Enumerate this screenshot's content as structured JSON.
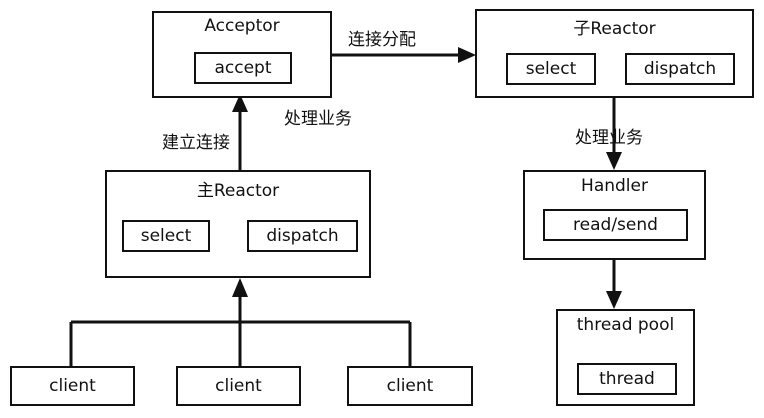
{
  "acceptor": {
    "title": "Acceptor",
    "inner": "accept"
  },
  "sub_reactor": {
    "title": "子Reactor",
    "select": "select",
    "dispatch": "dispatch"
  },
  "main_reactor": {
    "title": "主Reactor",
    "select": "select",
    "dispatch": "dispatch"
  },
  "handler": {
    "title": "Handler",
    "inner": "read/send"
  },
  "thread_pool": {
    "title": "thread pool",
    "inner": "thread"
  },
  "clients": [
    "client",
    "client",
    "client"
  ],
  "edges": {
    "acceptor_to_sub": "连接分配",
    "acceptor_process": "处理业务",
    "main_to_acceptor": "建立连接",
    "sub_to_handler": "处理业务"
  }
}
